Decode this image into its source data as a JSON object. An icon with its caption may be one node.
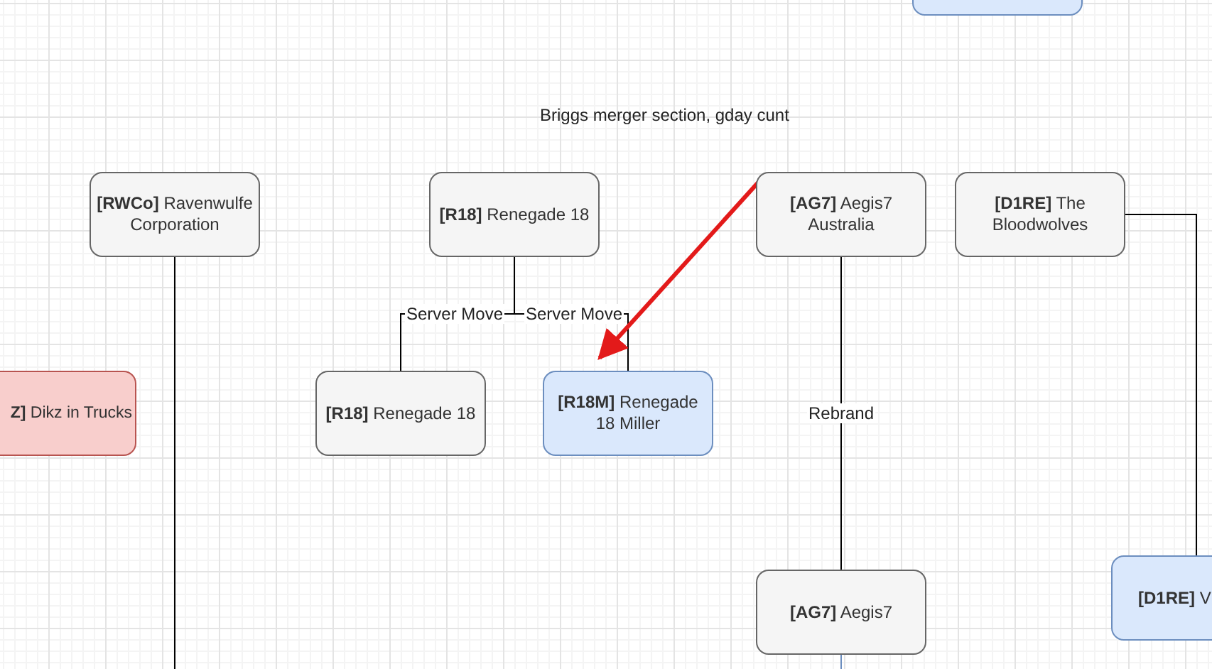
{
  "diagram": {
    "nodes": [
      {
        "text": [],
        "shape": "box"
      },
      {
        "text": [
          "**[RWCo]** Ravenwulfe Corporation"
        ]
      },
      {
        "text": [
          "**[R18]** Renegade 18"
        ]
      },
      {
        "text": [
          "**[AG7]** Aegis7 Australia"
        ]
      },
      {
        "text": [
          "**[D1RE]** The Bloodwolves"
        ]
      },
      {
        "text": [
          "**Z]** Dikz in Trucks"
        ]
      },
      {
        "text": [
          "**[R18]** Renegade 18"
        ]
      },
      {
        "text": [
          "**[R18M]** Renegade 18 Miller"
        ]
      },
      {
        "text": [
          "**[AG7]** Aegis7"
        ]
      },
      {
        "text": [
          "**[D1RE]** V"
        ]
      }
    ],
    "edges": [
      {
        "from": 1,
        "to": null,
        "arrow": "none"
      },
      {
        "from": 2,
        "to": 6,
        "arrow": "none",
        "label": "Server Move"
      },
      {
        "from": 2,
        "to": 7,
        "arrow": "none",
        "label": "Server Move"
      },
      {
        "from": 3,
        "to": 8,
        "arrow": "none",
        "label": "Rebrand"
      },
      {
        "from": 8,
        "to": null,
        "arrow": "none",
        "color": "#6c8ebf"
      },
      {
        "from": 4,
        "to": 9,
        "arrow": "none"
      },
      {
        "from": 3,
        "to": 7,
        "arrow": "to",
        "style": "thick",
        "color": "#e31a1a"
      }
    ],
    "labels": [
      "Briggs merger section, gday cunt"
    ]
  }
}
